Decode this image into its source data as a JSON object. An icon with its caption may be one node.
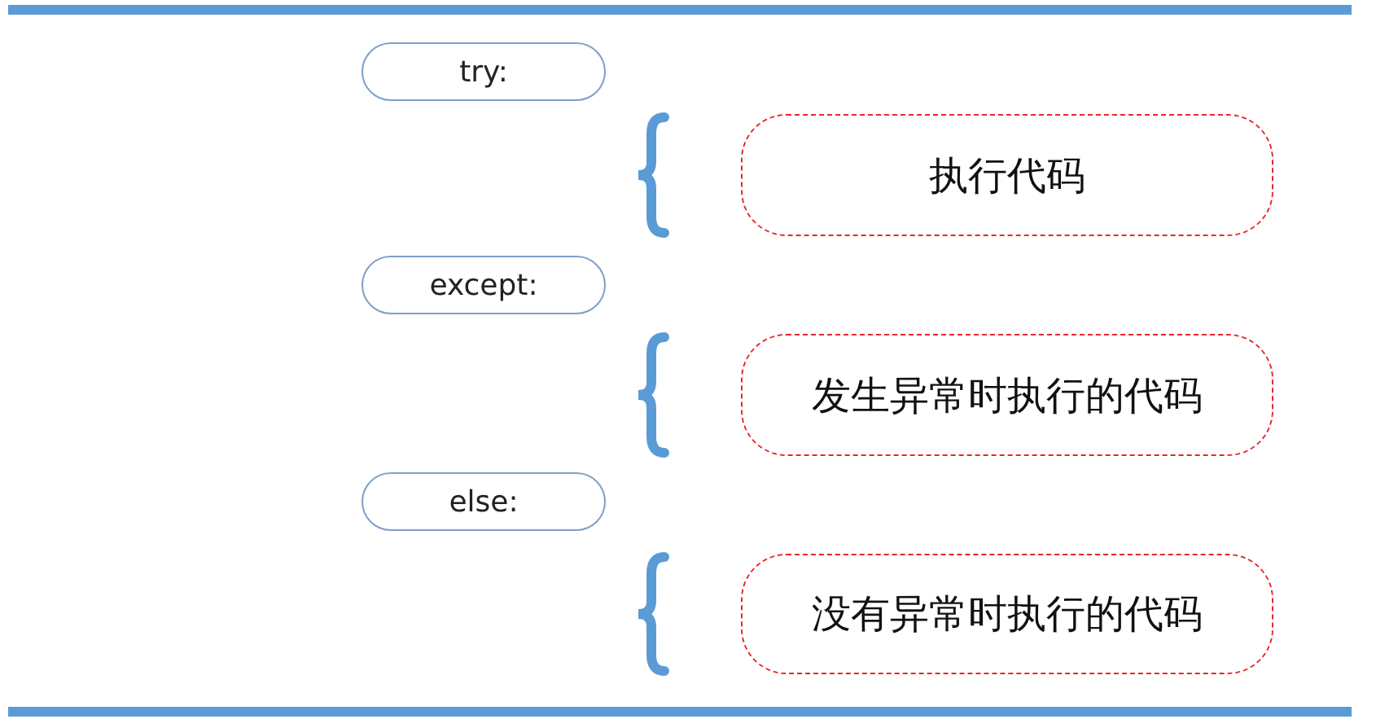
{
  "diagram": {
    "nodes": [
      {
        "text": [
          "try:"
        ]
      },
      {
        "text": [
          "执行代码"
        ]
      },
      {
        "text": [
          "except:"
        ]
      },
      {
        "text": [
          "发生异常时执行的代码"
        ]
      },
      {
        "text": [
          "else:"
        ]
      },
      {
        "text": [
          "没有异常时执行的代码"
        ]
      }
    ]
  }
}
